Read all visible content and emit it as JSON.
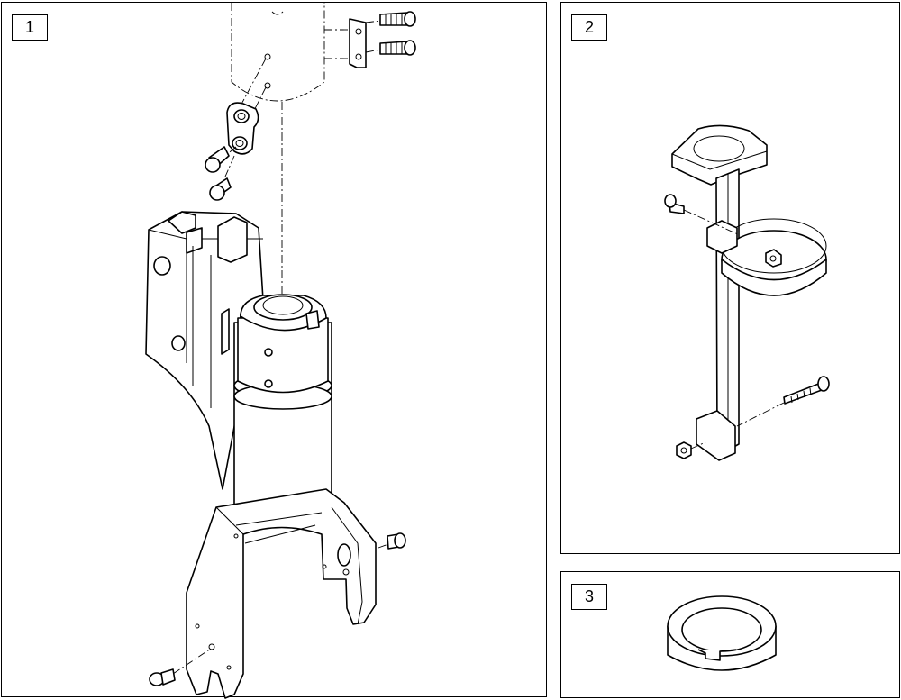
{
  "panels": [
    {
      "number": "1"
    },
    {
      "number": "2"
    },
    {
      "number": "3"
    }
  ]
}
